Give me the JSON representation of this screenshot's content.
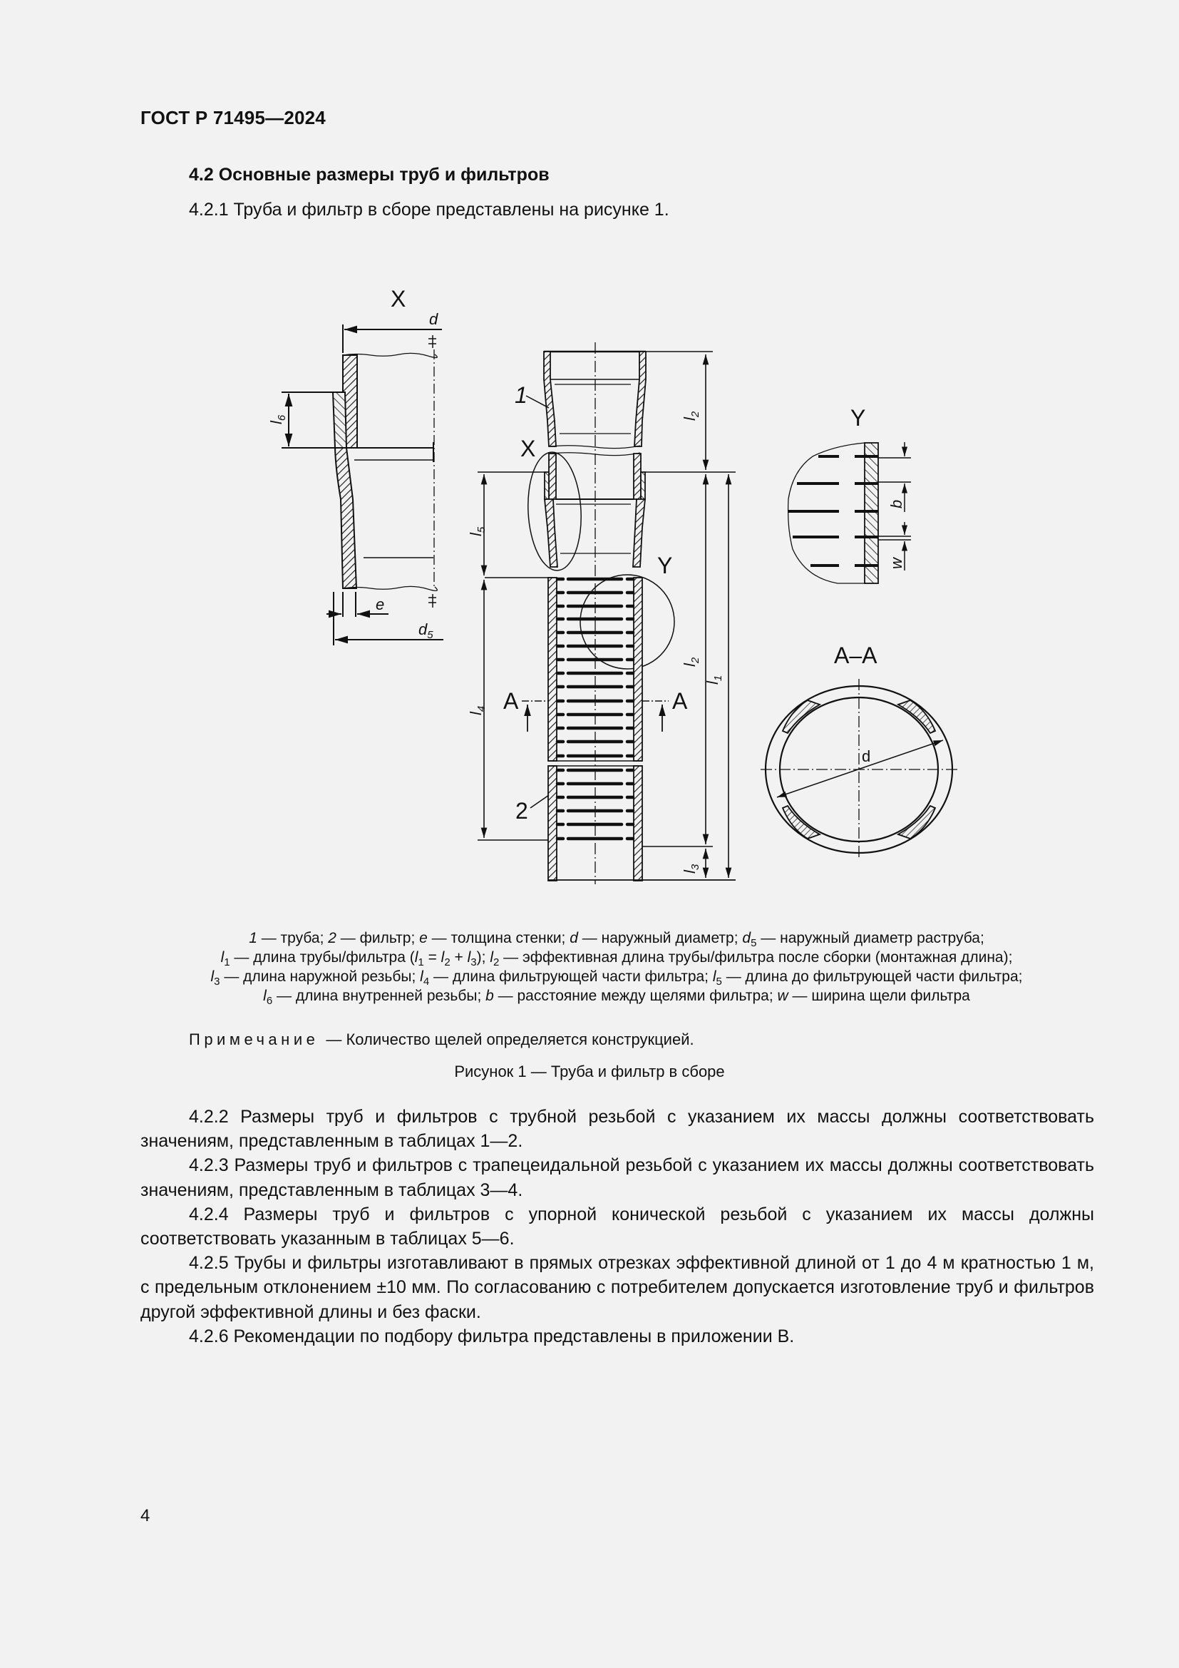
{
  "header": {
    "doc_id": "ГОСТ Р 71495—2024"
  },
  "section": {
    "title": "4.2 Основные размеры труб и фильтров",
    "intro": "4.2.1 Труба и фильтр в сборе представлены на рисунке 1."
  },
  "figure": {
    "labels": {
      "detail_x": "X",
      "detail_y": "Y",
      "section_aa": "A–A",
      "section_mark": "A",
      "callout_1": "1",
      "callout_2": "2",
      "d": "d",
      "d5_base": "d",
      "d5_sub": "5",
      "e": "e",
      "b": "b",
      "w": "w",
      "l": "l",
      "l1_sub": "1",
      "l2_sub": "2",
      "l3_sub": "3",
      "l4_sub": "4",
      "l5_sub": "5",
      "l6_sub": "6"
    },
    "legend": [
      "1 — труба; 2 — фильтр; e — толщина стенки; d — наружный диаметр; d5 — наружный диаметр раструба;",
      "l1 — длина трубы/фильтра (l1 = l2 + l3); l2 — эффективная длина трубы/фильтра после сборки (монтажная длина);",
      "l3 — длина наружной резьбы; l4 — длина фильтрующей части фильтра; l5 — длина до фильтрующей части фильтра;",
      "l6 — длина внутренней резьбы; b — расстояние между щелями фильтра; w — ширина щели фильтра"
    ],
    "legend_parts": {
      "t1": " — труба; ",
      "t2": " — фильтр; ",
      "t3": " — толщина стенки; ",
      "t4": " — наружный диаметр; ",
      "t5": " — наружный диаметр раструба;",
      "t6": " — длина трубы/фильтра (",
      "t7": " = ",
      "t8": " + ",
      "t9": "); ",
      "t10": " — эффективная длина трубы/фильтра после сборки (монтажная длина);",
      "t11": " — длина наружной резьбы; ",
      "t12": " — длина фильтрующей части фильтра; ",
      "t13": " — длина до фильтрующей части фильтра;",
      "t14": " — длина внутренней резьбы; ",
      "t15": " — расстояние между щелями фильтра; ",
      "t16": " — ширина щели фильтра"
    },
    "note_label": "Примечание",
    "note_text": "— Количество щелей определяется конструкцией.",
    "caption": "Рисунок 1 — Труба и фильтр в сборе"
  },
  "body": [
    "4.2.2 Размеры труб и фильтров с трубной резьбой с указанием их массы должны соответствовать значениям, представленным в таблицах 1—2.",
    "4.2.3 Размеры труб и фильтров с трапецеидальной резьбой с указанием их массы должны соответствовать значениям, представленным в таблицах 3—4.",
    "4.2.4 Размеры труб и фильтров с упорной конической резьбой с указанием их массы должны соответствовать указанным в таблицах 5—6.",
    "4.2.5 Трубы и фильтры изготавливают в прямых отрезках эффективной длиной от 1 до 4 м кратностью 1 м, с предельным отклонением ±10 мм. По согласованию с потребителем допускается изготовление труб и фильтров другой эффективной длины и без фаски.",
    "4.2.6 Рекомендации по подбору фильтра представлены в приложении В."
  ],
  "footer": {
    "page_number": "4"
  }
}
